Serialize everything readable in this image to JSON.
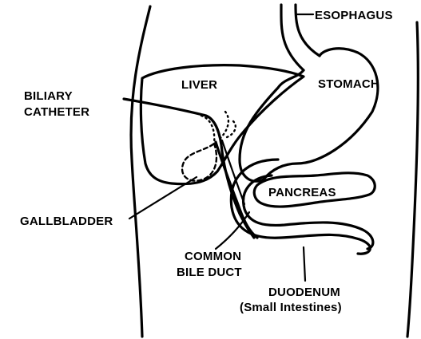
{
  "diagram": {
    "labels": {
      "esophagus": "ESOPHAGUS",
      "liver": "LIVER",
      "stomach": "STOMACH",
      "biliary_catheter_line1": "BILIARY",
      "biliary_catheter_line2": "CATHETER",
      "pancreas": "PANCREAS",
      "gallbladder": "GALLBLADDER",
      "common_bile_duct_line1": "COMMON",
      "common_bile_duct_line2": "BILE DUCT",
      "duodenum_line1": "DUODENUM",
      "duodenum_line2": "(Small Intestines)"
    }
  }
}
